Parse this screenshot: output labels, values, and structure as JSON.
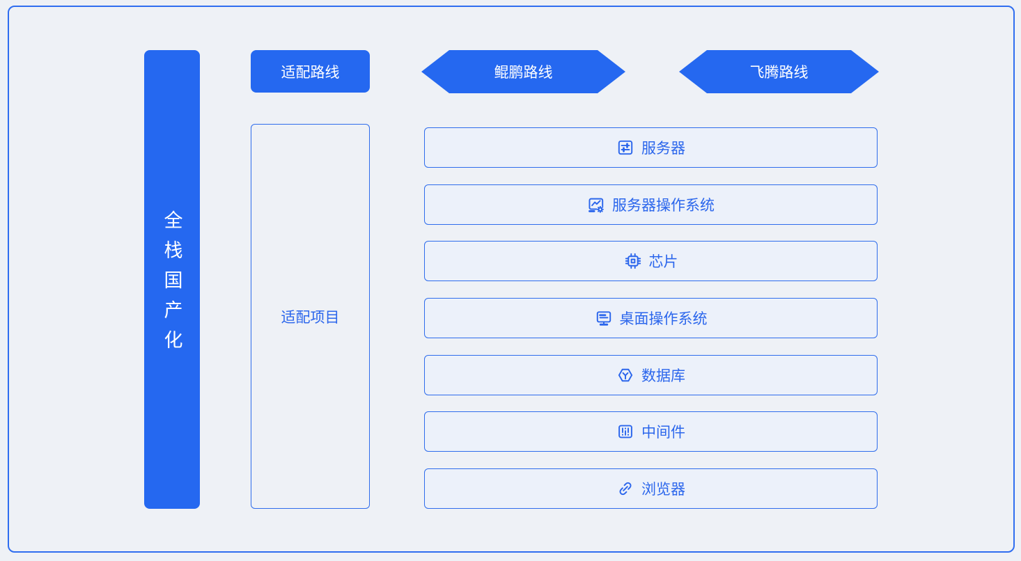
{
  "page": {
    "background": "#EEF1F6",
    "accent_blue": "#2568F0",
    "line_blue": "#2E6CEC",
    "row_fill": "#ECF1FA"
  },
  "left_bar": {
    "title": "全栈国产化"
  },
  "header": {
    "route_label": "适配路线",
    "routes": [
      {
        "label": "鲲鹏路线"
      },
      {
        "label": "飞腾路线"
      }
    ]
  },
  "projects": {
    "label": "适配项目",
    "items": [
      {
        "icon": "server-icon",
        "label": "服务器"
      },
      {
        "icon": "server-os-icon",
        "label": "服务器操作系统"
      },
      {
        "icon": "chip-icon",
        "label": "芯片"
      },
      {
        "icon": "desktop-os-icon",
        "label": "桌面操作系统"
      },
      {
        "icon": "database-icon",
        "label": "数据库"
      },
      {
        "icon": "middleware-icon",
        "label": "中间件"
      },
      {
        "icon": "browser-link-icon",
        "label": "浏览器"
      }
    ]
  }
}
